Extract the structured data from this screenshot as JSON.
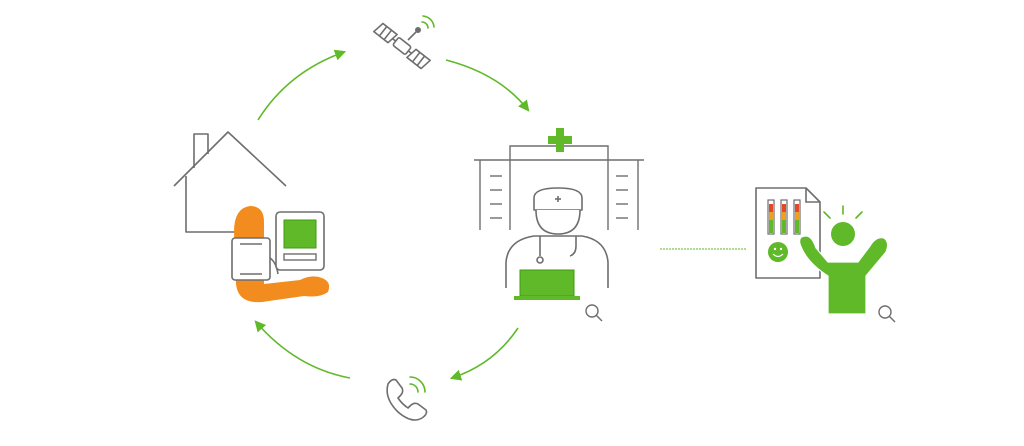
{
  "colors": {
    "green": "#5fb928",
    "dark_green": "#3f9a10",
    "orange": "#f28c1e",
    "gray": "#6e6e6e",
    "light_gray": "#9a9a9a",
    "bar_red": "#e04a2a",
    "bar_amber": "#f0a020"
  },
  "nodes": [
    {
      "id": "home-blood-pressure-monitoring",
      "icon": "home-bp-monitor-icon"
    },
    {
      "id": "satellite-transmission",
      "icon": "satellite-icon"
    },
    {
      "id": "hospital-doctor",
      "icon": "hospital-doctor-icon"
    },
    {
      "id": "phone-call",
      "icon": "phone-icon"
    },
    {
      "id": "patient-results",
      "icon": "patient-report-icon"
    }
  ],
  "flow": [
    {
      "from": "home-blood-pressure-monitoring",
      "to": "satellite-transmission"
    },
    {
      "from": "satellite-transmission",
      "to": "hospital-doctor"
    },
    {
      "from": "hospital-doctor",
      "to": "phone-call"
    },
    {
      "from": "phone-call",
      "to": "home-blood-pressure-monitoring"
    },
    {
      "from": "hospital-doctor",
      "to": "patient-results",
      "style": "dashed"
    }
  ],
  "zoom_controls": [
    "zoom-doctor-icon",
    "zoom-patient-icon"
  ]
}
